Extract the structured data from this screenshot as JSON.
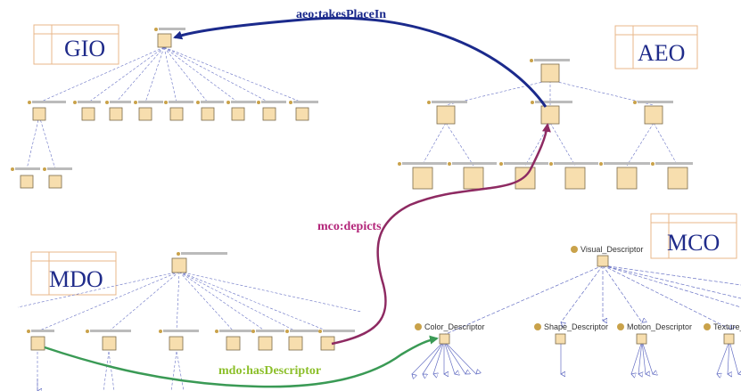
{
  "colors": {
    "node_fill": "#f7deae",
    "node_stroke": "#7a6a4a",
    "dot": "#c9a24a",
    "edge": "#6670c4",
    "frame": "#e8b78a",
    "title": "#1f2b8a",
    "rel_takes": "#1b2a8c",
    "rel_depicts": "#8e2a62",
    "rel_hasdesc": "#3a9a55"
  },
  "ontologies": {
    "gio": "GIO",
    "aeo": "AEO",
    "mdo": "MDO",
    "mco": "MCO"
  },
  "relations": {
    "takes_place_in": "aeo:takesPlaceIn",
    "depicts": "mco:depicts",
    "has_descriptor": "mdo:hasDescriptor"
  },
  "nodes": {
    "mco_root": "Visual_Descriptor",
    "color_descriptor": "Color_Descriptor",
    "shape_descriptor": "Shape_Descriptor",
    "motion_descriptor": "Motion_Descriptor",
    "texture_descriptor": "Texture_D"
  }
}
